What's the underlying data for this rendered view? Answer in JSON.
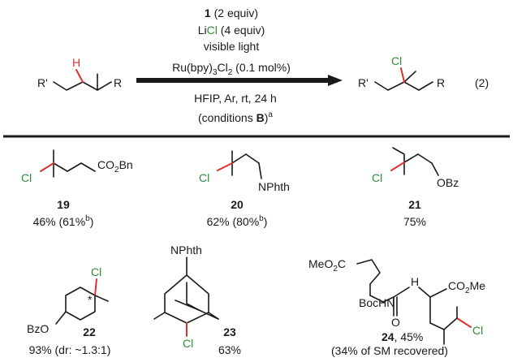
{
  "scheme": {
    "conditions": {
      "line1_bold": "1",
      "line1_rest": " (2 equiv)",
      "line2_li": "Li",
      "line2_cl": "Cl",
      "line2_rest": " (4 equiv)",
      "line3": "visible light",
      "line4_pre": "Ru(bpy)",
      "line4_sub1": "3",
      "line4_mid": "Cl",
      "line4_sub2": "2",
      "line4_post": " (0.1 mol%)",
      "line5": "HFIP, Ar, rt, 24 h",
      "line6_pre": "(conditions ",
      "line6_bold": "B",
      "line6_post": ")",
      "line6_sup": "a"
    },
    "reactant": {
      "h_label": "H",
      "r_prime": "R'",
      "r": "R"
    },
    "product": {
      "cl_label": "Cl",
      "r_prime": "R'",
      "r": "R"
    },
    "equation_number": "(2)"
  },
  "compounds": [
    {
      "id": "19",
      "cl": "Cl",
      "group": "CO",
      "group_sub": "2",
      "group_post": "Bn",
      "yield_pre": "46% (61%",
      "yield_sup": "b",
      "yield_post": ")"
    },
    {
      "id": "20",
      "cl": "Cl",
      "group": "NPhth",
      "yield_pre": "62% (80%",
      "yield_sup": "b",
      "yield_post": ")"
    },
    {
      "id": "21",
      "cl": "Cl",
      "group": "OBz",
      "yield": "75%"
    },
    {
      "id": "22",
      "cl": "Cl",
      "group": "BzO",
      "star": "*",
      "yield": "93% (dr: ~1.3:1)"
    },
    {
      "id": "23",
      "cl": "Cl",
      "group": "NPhth",
      "yield": "63%"
    },
    {
      "id": "24",
      "cl": "Cl",
      "h": "H",
      "o": "O",
      "ester_pre": "MeO",
      "ester_sub": "2",
      "ester_post": "C",
      "boc": "BocHN",
      "co2me_pre": "CO",
      "co2me_sub": "2",
      "co2me_post": "Me",
      "yield_pre": ", 45%",
      "yield_note": "(34% of SM recovered)"
    }
  ]
}
